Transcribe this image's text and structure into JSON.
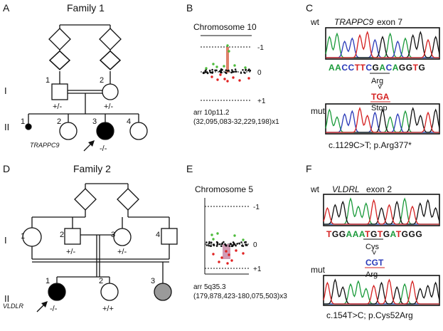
{
  "panels": {
    "A": {
      "letter": "A",
      "title": "Family 1",
      "gen1": "I",
      "gen2": "II",
      "ids": [
        "1",
        "2",
        "1",
        "2",
        "3",
        "4"
      ],
      "genotypes": [
        "+/-",
        "+/-",
        "-/-"
      ],
      "gene_label": "TRAPPC9"
    },
    "B": {
      "letter": "B",
      "title": "Chromosome 10",
      "axis_ticks": [
        "-1",
        "0",
        "+1"
      ],
      "caption1": "arr 10p11.2",
      "caption2": "(32,095,083-32,229,198)x1"
    },
    "C": {
      "letter": "C",
      "wt": "wt",
      "gene": "TRAPPC9",
      "exon": "exon 7",
      "seq": "AACCTTCGACAGGTG",
      "arg": "Arg",
      "arrow": "˅",
      "codon_mut": "TGA",
      "stop": "Stop",
      "mut": "mut",
      "mutation": "c.1129C>T; p.Arg377*"
    },
    "D": {
      "letter": "D",
      "title": "Family 2",
      "gen1": "I",
      "gen2": "II",
      "ids": [
        "1",
        "2",
        "3",
        "4",
        "1",
        "2",
        "3"
      ],
      "genotypes": [
        "+/-",
        "+/-",
        "-/-",
        "+/+"
      ],
      "gene_label": "VLDLR"
    },
    "E": {
      "letter": "E",
      "title": "Chromosome 5",
      "axis_ticks": [
        "-1",
        "0",
        "+1"
      ],
      "caption1": "arr 5q35.3",
      "caption2": "(179,878,423-180,075,503)x3"
    },
    "F": {
      "letter": "F",
      "wt": "wt",
      "gene": "VLDRL",
      "exon": "exon 2",
      "seq": "TGGAAATGTGATGGG",
      "cys": "Cys",
      "arrow": "˅",
      "codon_mut": "CGT",
      "arg": "Arg",
      "mut": "mut",
      "mutation": "c.154T>C; p.Cys52Arg"
    }
  },
  "colors": {
    "A_base": "#1a9a3a",
    "C_base": "#2a3ab8",
    "G_base": "#111111",
    "T_base": "#d42020",
    "dot_green": "#4cbb3a",
    "dot_red": "#e02020",
    "dot_black": "#111111",
    "affected": "#000000",
    "carrier_grey": "#9a9a9a",
    "highlight_pink": "#c98aa8"
  }
}
